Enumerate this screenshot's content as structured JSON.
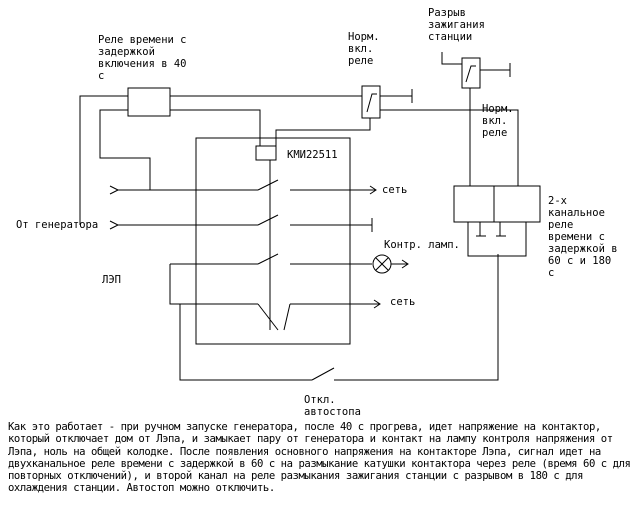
{
  "labels": {
    "timer40": [
      "Реле времени с",
      "задержкой",
      "включения в 40",
      "с"
    ],
    "norm_relay_top": [
      "Норм.",
      "вкл.",
      "реле"
    ],
    "ignition_break": [
      "Разрыв",
      "зажигания",
      "станции"
    ],
    "norm_relay_right": [
      "Норм.",
      "вкл.",
      "реле"
    ],
    "contactor": "КМИ22511",
    "net_top": "сеть",
    "from_generator": "От генератора",
    "dual_timer": [
      "2-х",
      "канальное",
      "реле",
      "времени с",
      "задержкой в",
      "60 с и 180",
      "с"
    ],
    "control_lamp": "Контр. ламп.",
    "lep": "ЛЭП",
    "net_bottom": "сеть",
    "autostop": [
      "Откл.",
      "автостопа"
    ]
  },
  "caption": "Как это работает - при ручном запуске генератора, после 40 с прогрева, идет напряжение на контактор, который отключает дом от Лэпа, и замыкает пару от генератора и контакт на лампу контроля напряжения от Лэпа, ноль на общей колодке. После появления основного напряжения на контакторе Лэпа, сигнал идет на двухканальное реле времени с задержкой в 60 с на размыкание катушки контактора через реле (время 60 с для повторных отключений), и второй канал на реле размыкания зажигания станции с разрывом в 180 с для охлаждения станции. Автостоп можно отключить."
}
